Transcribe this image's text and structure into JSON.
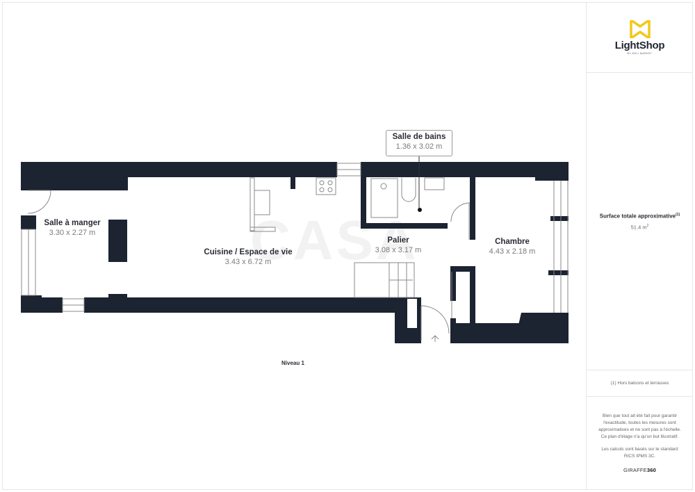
{
  "brand": {
    "logo_name": "LightShop",
    "logo_tagline": "BY DELI MARKET",
    "logo_color": "#f2c81d",
    "footer_brand_prefix": "GIRAFFE",
    "footer_brand_suffix": "360"
  },
  "summary": {
    "surface_label": "Surface totale approximative",
    "surface_note_ref": "(1)",
    "surface_value": "51.4 m",
    "surface_unit_sup": "2",
    "footnote": "(1) Hors balcons et terrasses"
  },
  "disclaimer": {
    "paragraph_1": "Bien que tout ait été fait pour garantir l'exactitude, toutes les mesures sont approximatives et ne sont pas à l'échelle. Ce plan d'étage n'a qu'un but illustratif.",
    "paragraph_2": "Les calculs sont basés sur le standard RICS IPMS 3C."
  },
  "floorplan": {
    "level_label": "Niveau 1",
    "watermark": "CASA",
    "wall_color": "#1c2331",
    "rooms": [
      {
        "name": "Salle à manger",
        "dimensions": "3.30 x 2.27 m"
      },
      {
        "name": "Cuisine / Espace de vie",
        "dimensions": "3.43 x 6.72 m"
      },
      {
        "name": "Salle de bains",
        "dimensions": "1.36 x 3.02 m"
      },
      {
        "name": "Palier",
        "dimensions": "3.08 x 3.17 m"
      },
      {
        "name": "Chambre",
        "dimensions": "4.43 x 2.18 m"
      }
    ]
  }
}
